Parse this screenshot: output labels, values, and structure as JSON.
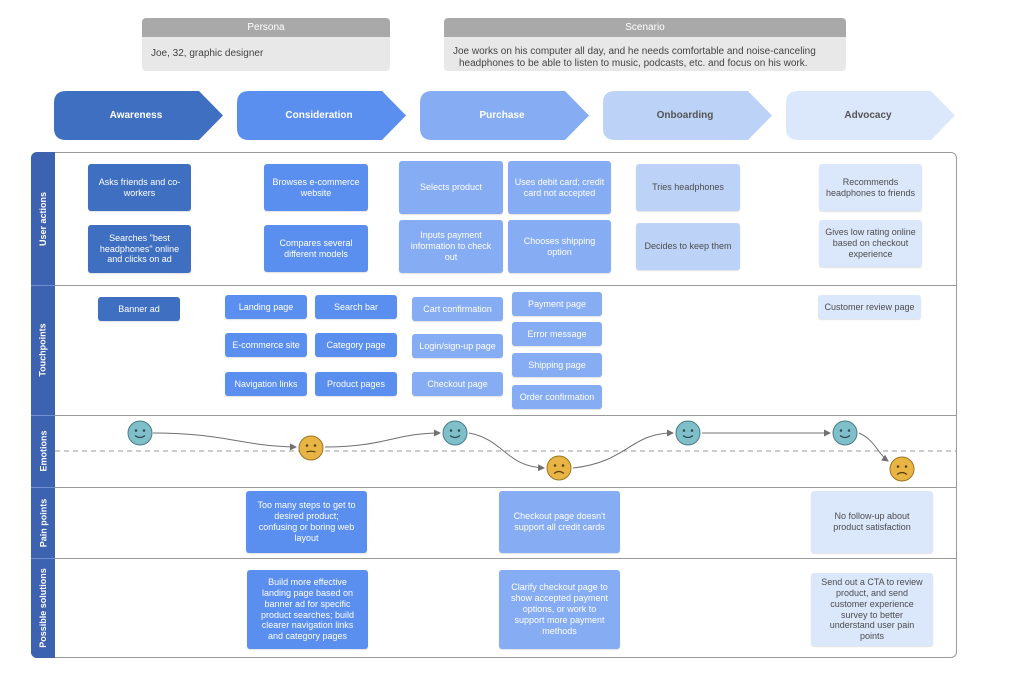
{
  "persona": {
    "label": "Persona",
    "text": "Joe, 32, graphic designer"
  },
  "scenario": {
    "label": "Scenario",
    "line1": "Joe works on his computer all day, and he needs comfortable and noise-canceling",
    "line2": "headphones to be able to listen to music, podcasts, etc. and focus on his work."
  },
  "stages": [
    "Awareness",
    "Consideration",
    "Purchase",
    "Onboarding",
    "Advocacy"
  ],
  "stage_colors": [
    "#3f6fc0",
    "#5a8ff0",
    "#86acf3",
    "#bcd2f7",
    "#dbe7fb"
  ],
  "row_labels": [
    "User actions",
    "Touchpoints",
    "Emotions",
    "Pain points",
    "Possible solutions"
  ],
  "user_actions": {
    "awareness": [
      "Asks friends and co-workers",
      "Searches \"best headphones\" online and clicks on ad"
    ],
    "consideration": [
      "Browses e-commerce website",
      "Compares several different models"
    ],
    "purchase": [
      "Selects product",
      "Uses debit card; credit card not accepted",
      "Inputs payment information to check out",
      "Chooses shipping option"
    ],
    "onboarding": [
      "Tries headphones",
      "Decides to keep them"
    ],
    "advocacy": [
      "Recommends headphones to friends",
      "Gives low rating online based on checkout experience"
    ]
  },
  "touchpoints": {
    "awareness": [
      "Banner ad"
    ],
    "consideration": [
      "Landing page",
      "Search bar",
      "E-commerce site",
      "Category page",
      "Navigation links",
      "Product pages"
    ],
    "purchase": [
      "Cart confirmation",
      "Payment page",
      "Error message",
      "Login/sign-up page",
      "Shipping page",
      "Checkout page",
      "Order confirmation"
    ],
    "advocacy": [
      "Customer review page"
    ]
  },
  "emotions": [
    "happy",
    "neutral",
    "happy",
    "sad",
    "happy",
    "happy",
    "sad"
  ],
  "emotion_colors": {
    "happy": "#7fbfc9",
    "sad": "#e8b545"
  },
  "pain_points": [
    "Too many steps to get to desired product; confusing or boring web layout",
    "Checkout page doesn't support all credit cards",
    "No follow-up about product satisfaction"
  ],
  "solutions": [
    "Build more effective landing page based on banner ad for specific product searches; build clearer navigation links and category pages",
    "Clarify checkout page to show accepted payment options, or work to support more payment methods",
    "Send out a CTA to review product, and send customer experience survey to better understand user pain points"
  ]
}
